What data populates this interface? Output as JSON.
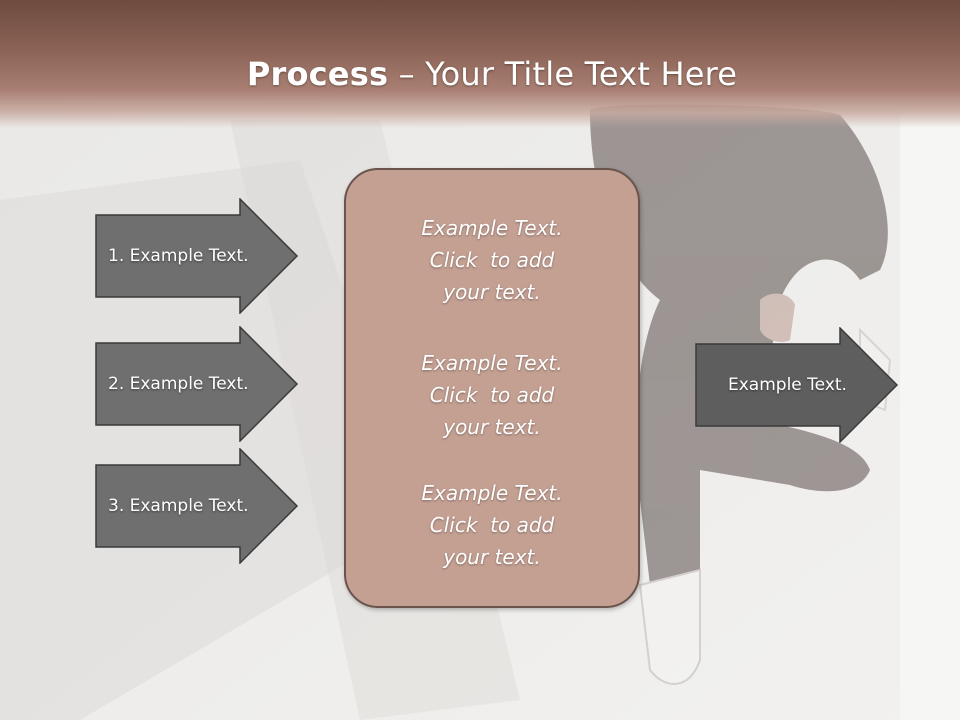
{
  "slide": {
    "title_bold": "Process",
    "title_rest": " – Your Title Text Here"
  },
  "left_arrows": [
    {
      "label": "1. Example Text."
    },
    {
      "label": "2. Example Text."
    },
    {
      "label": "3. Example Text."
    }
  ],
  "center_box": {
    "blocks": [
      {
        "line1": "Example Text.",
        "line2": "Click  to add",
        "line3": "your text."
      },
      {
        "line1": "Example Text.",
        "line2": "Click  to add",
        "line3": "your text."
      },
      {
        "line1": "Example Text.",
        "line2": "Click  to add",
        "line3": "your text."
      }
    ]
  },
  "right_arrow": {
    "label": "Example Text."
  },
  "colors": {
    "title_band": "#8c6457",
    "arrow_fill": "#6f6f6f",
    "box_fill": "#c4a093",
    "box_border": "#6b544c"
  }
}
